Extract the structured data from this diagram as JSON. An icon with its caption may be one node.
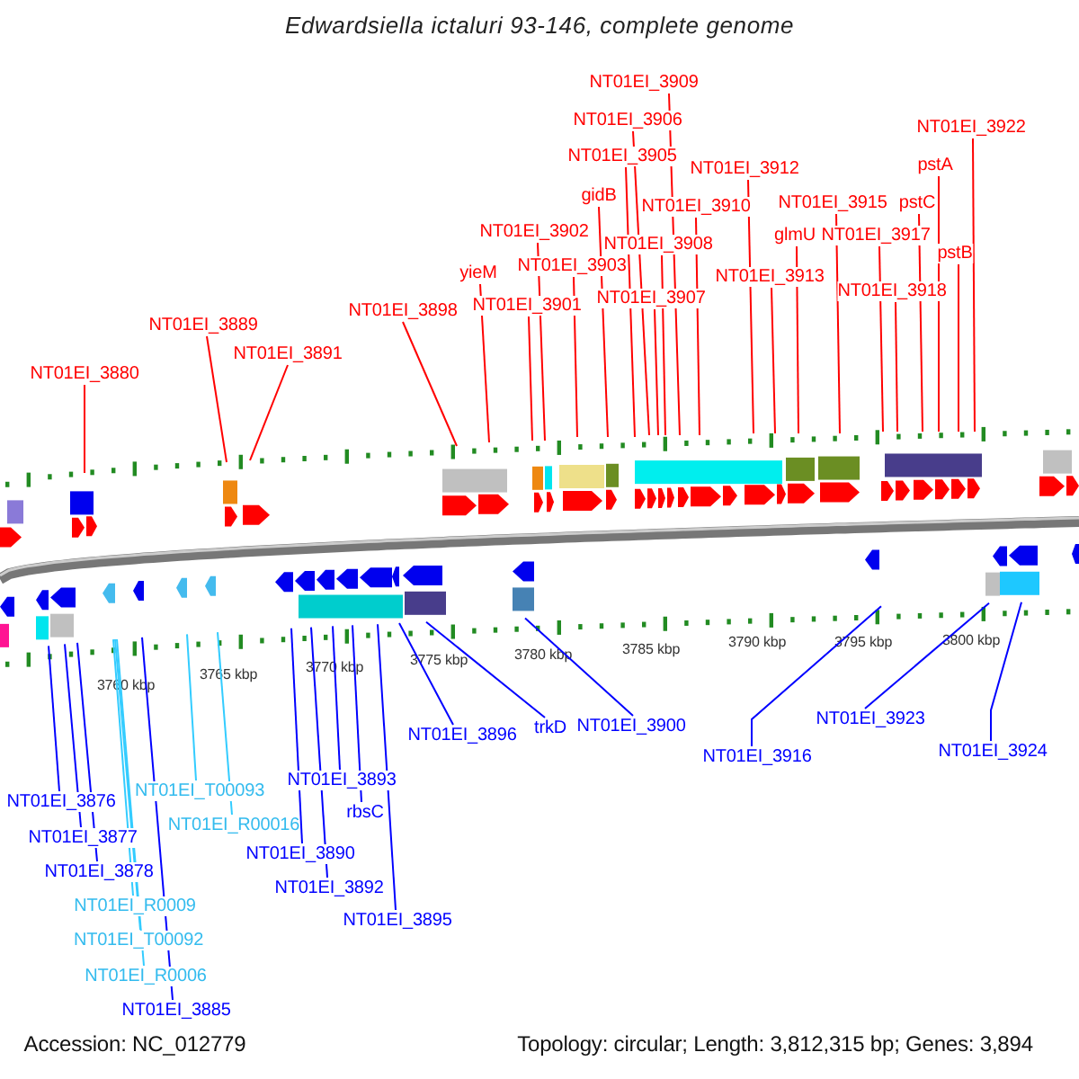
{
  "diagram": {
    "title": "Edwardsiella ictaluri 93-146, complete genome",
    "nodes": [
      {
        "text": [
          "NT01EI_3880"
        ]
      },
      {
        "text": [
          "NT01EI_3889"
        ]
      },
      {
        "text": [
          "NT01EI_3891"
        ]
      },
      {
        "text": [
          "NT01EI_3898"
        ]
      },
      {
        "text": [
          "yieM"
        ]
      },
      {
        "text": [
          "NT01EI_3901"
        ]
      },
      {
        "text": [
          "NT01EI_3902"
        ]
      },
      {
        "text": [
          "NT01EI_3903"
        ]
      },
      {
        "text": [
          "gidB"
        ]
      },
      {
        "text": [
          "NT01EI_3905"
        ]
      },
      {
        "text": [
          "NT01EI_3906"
        ]
      },
      {
        "text": [
          "NT01EI_3907"
        ]
      },
      {
        "text": [
          "NT01EI_3908"
        ]
      },
      {
        "text": [
          "NT01EI_3909"
        ]
      },
      {
        "text": [
          "NT01EI_3910"
        ]
      },
      {
        "text": [
          "NT01EI_3912"
        ]
      },
      {
        "text": [
          "NT01EI_3913"
        ]
      },
      {
        "text": [
          "glmU"
        ]
      },
      {
        "text": [
          "NT01EI_3915"
        ]
      },
      {
        "text": [
          "NT01EI_3917"
        ]
      },
      {
        "text": [
          "NT01EI_3918"
        ]
      },
      {
        "text": [
          "pstC"
        ]
      },
      {
        "text": [
          "pstA"
        ]
      },
      {
        "text": [
          "pstB"
        ]
      },
      {
        "text": [
          "NT01EI_3922"
        ]
      },
      {
        "text": [
          "NT01EI_3876"
        ]
      },
      {
        "text": [
          "NT01EI_3877"
        ]
      },
      {
        "text": [
          "NT01EI_3878"
        ]
      },
      {
        "text": [
          "NT01EI_R0009"
        ]
      },
      {
        "text": [
          "NT01EI_T00092"
        ]
      },
      {
        "text": [
          "NT01EI_R0006"
        ]
      },
      {
        "text": [
          "NT01EI_3885"
        ]
      },
      {
        "text": [
          "NT01EI_T00093"
        ]
      },
      {
        "text": [
          "NT01EI_R00016"
        ]
      },
      {
        "text": [
          "NT01EI_3890"
        ]
      },
      {
        "text": [
          "NT01EI_3892"
        ]
      },
      {
        "text": [
          "NT01EI_3893"
        ]
      },
      {
        "text": [
          "rbsC"
        ]
      },
      {
        "text": [
          "NT01EI_3895"
        ]
      },
      {
        "text": [
          "NT01EI_3896"
        ]
      },
      {
        "text": [
          "trkD"
        ]
      },
      {
        "text": [
          "NT01EI_3900"
        ]
      },
      {
        "text": [
          "NT01EI_3916"
        ]
      },
      {
        "text": [
          "NT01EI_3923"
        ]
      },
      {
        "text": [
          "NT01EI_3924"
        ]
      }
    ],
    "edges": [
      {
        "from": 0,
        "to": null,
        "arrow": "none"
      },
      {
        "from": 1,
        "to": null,
        "arrow": "none"
      },
      {
        "from": 2,
        "to": null,
        "arrow": "none"
      },
      {
        "from": 3,
        "to": null,
        "arrow": "none"
      },
      {
        "from": 4,
        "to": null,
        "arrow": "none"
      },
      {
        "from": 5,
        "to": null,
        "arrow": "none"
      },
      {
        "from": 6,
        "to": null,
        "arrow": "none"
      },
      {
        "from": 7,
        "to": null,
        "arrow": "none"
      },
      {
        "from": 8,
        "to": null,
        "arrow": "none"
      },
      {
        "from": 9,
        "to": null,
        "arrow": "none"
      },
      {
        "from": 10,
        "to": null,
        "arrow": "none"
      },
      {
        "from": 11,
        "to": null,
        "arrow": "none"
      },
      {
        "from": 12,
        "to": null,
        "arrow": "none"
      },
      {
        "from": 13,
        "to": null,
        "arrow": "none"
      },
      {
        "from": 14,
        "to": null,
        "arrow": "none"
      },
      {
        "from": 15,
        "to": null,
        "arrow": "none"
      },
      {
        "from": 16,
        "to": null,
        "arrow": "none"
      },
      {
        "from": 17,
        "to": null,
        "arrow": "none"
      },
      {
        "from": 18,
        "to": null,
        "arrow": "none"
      },
      {
        "from": 19,
        "to": null,
        "arrow": "none"
      },
      {
        "from": 20,
        "to": null,
        "arrow": "none"
      },
      {
        "from": 21,
        "to": null,
        "arrow": "none"
      },
      {
        "from": 22,
        "to": null,
        "arrow": "none"
      },
      {
        "from": 23,
        "to": null,
        "arrow": "none"
      },
      {
        "from": 24,
        "to": null,
        "arrow": "none"
      },
      {
        "from": 25,
        "to": null,
        "arrow": "none",
        "color": "#0000ff"
      },
      {
        "from": 26,
        "to": null,
        "arrow": "none",
        "color": "#0000ff"
      },
      {
        "from": 27,
        "to": null,
        "arrow": "none",
        "color": "#0000ff"
      },
      {
        "from": 28,
        "to": null,
        "arrow": "none",
        "color": "#33ccff"
      },
      {
        "from": 29,
        "to": null,
        "arrow": "none",
        "color": "#33ccff"
      },
      {
        "from": 30,
        "to": null,
        "arrow": "none",
        "color": "#33ccff"
      },
      {
        "from": 31,
        "to": null,
        "arrow": "none",
        "color": "#0000ff"
      },
      {
        "from": 32,
        "to": null,
        "arrow": "none",
        "color": "#33ccff"
      },
      {
        "from": 33,
        "to": null,
        "arrow": "none",
        "color": "#33ccff"
      },
      {
        "from": 34,
        "to": null,
        "arrow": "none",
        "color": "#0000ff"
      },
      {
        "from": 35,
        "to": null,
        "arrow": "none",
        "color": "#0000ff"
      },
      {
        "from": 36,
        "to": null,
        "arrow": "none",
        "color": "#0000ff"
      },
      {
        "from": 37,
        "to": null,
        "arrow": "none",
        "color": "#0000ff"
      },
      {
        "from": 38,
        "to": null,
        "arrow": "none",
        "color": "#0000ff"
      },
      {
        "from": 39,
        "to": null,
        "arrow": "none",
        "color": "#0000ff"
      },
      {
        "from": 40,
        "to": null,
        "arrow": "none",
        "color": "#0000ff"
      },
      {
        "from": 41,
        "to": null,
        "arrow": "none",
        "color": "#0000ff"
      },
      {
        "from": 42,
        "to": null,
        "arrow": "none",
        "color": "#0000ff"
      },
      {
        "from": 43,
        "to": null,
        "arrow": "none",
        "color": "#0000ff"
      },
      {
        "from": 44,
        "to": null,
        "arrow": "none",
        "color": "#0000ff"
      }
    ],
    "labels": [
      "3760 kbp",
      "3765 kbp",
      "3770 kbp",
      "3775 kbp",
      "3780 kbp",
      "3785 kbp",
      "3790 kbp",
      "3795 kbp",
      "3800 kbp",
      "Accession: NC_012779",
      "Topology: circular; Length: 3,812,315 bp; Genes: 3,894"
    ]
  }
}
